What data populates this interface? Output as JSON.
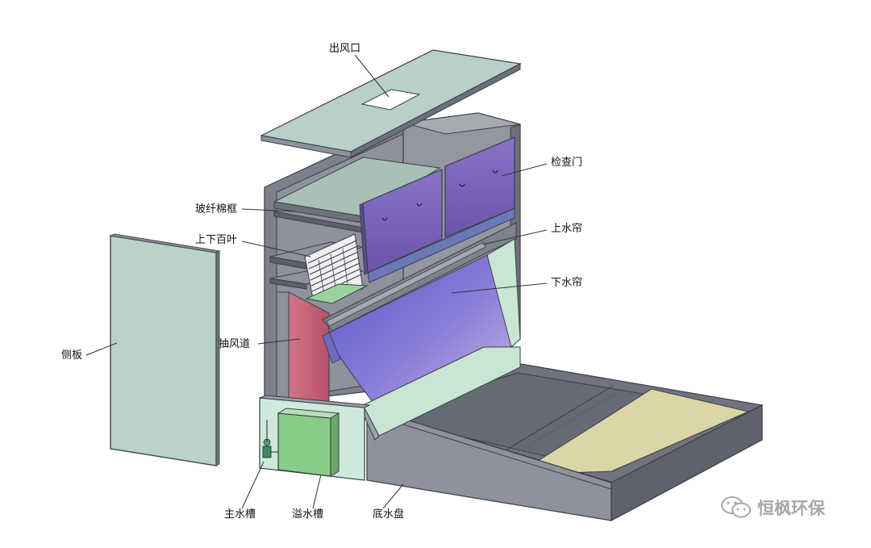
{
  "labels": {
    "outlet": "出风口",
    "inspection_door": "检查门",
    "fiberglass_frame": "玻纤棉框",
    "louver": "上下百叶",
    "upper_curtain": "上水帘",
    "lower_curtain": "下水帘",
    "side_panel": "侧板",
    "exhaust_duct": "抽风道",
    "main_tank": "主水槽",
    "overflow_tank": "溢水槽",
    "bottom_tray": "底水盘"
  },
  "watermark": {
    "text": "恒枫环保",
    "icon": "wechat-icon"
  },
  "colors": {
    "panel": "#b9d0c8",
    "frame": "#7a7e8a",
    "door": "#7a62b8",
    "duct": "#c96478",
    "tank": "#88cc88",
    "sand": "#dcd6a6",
    "curtain": "#6c6acc"
  }
}
